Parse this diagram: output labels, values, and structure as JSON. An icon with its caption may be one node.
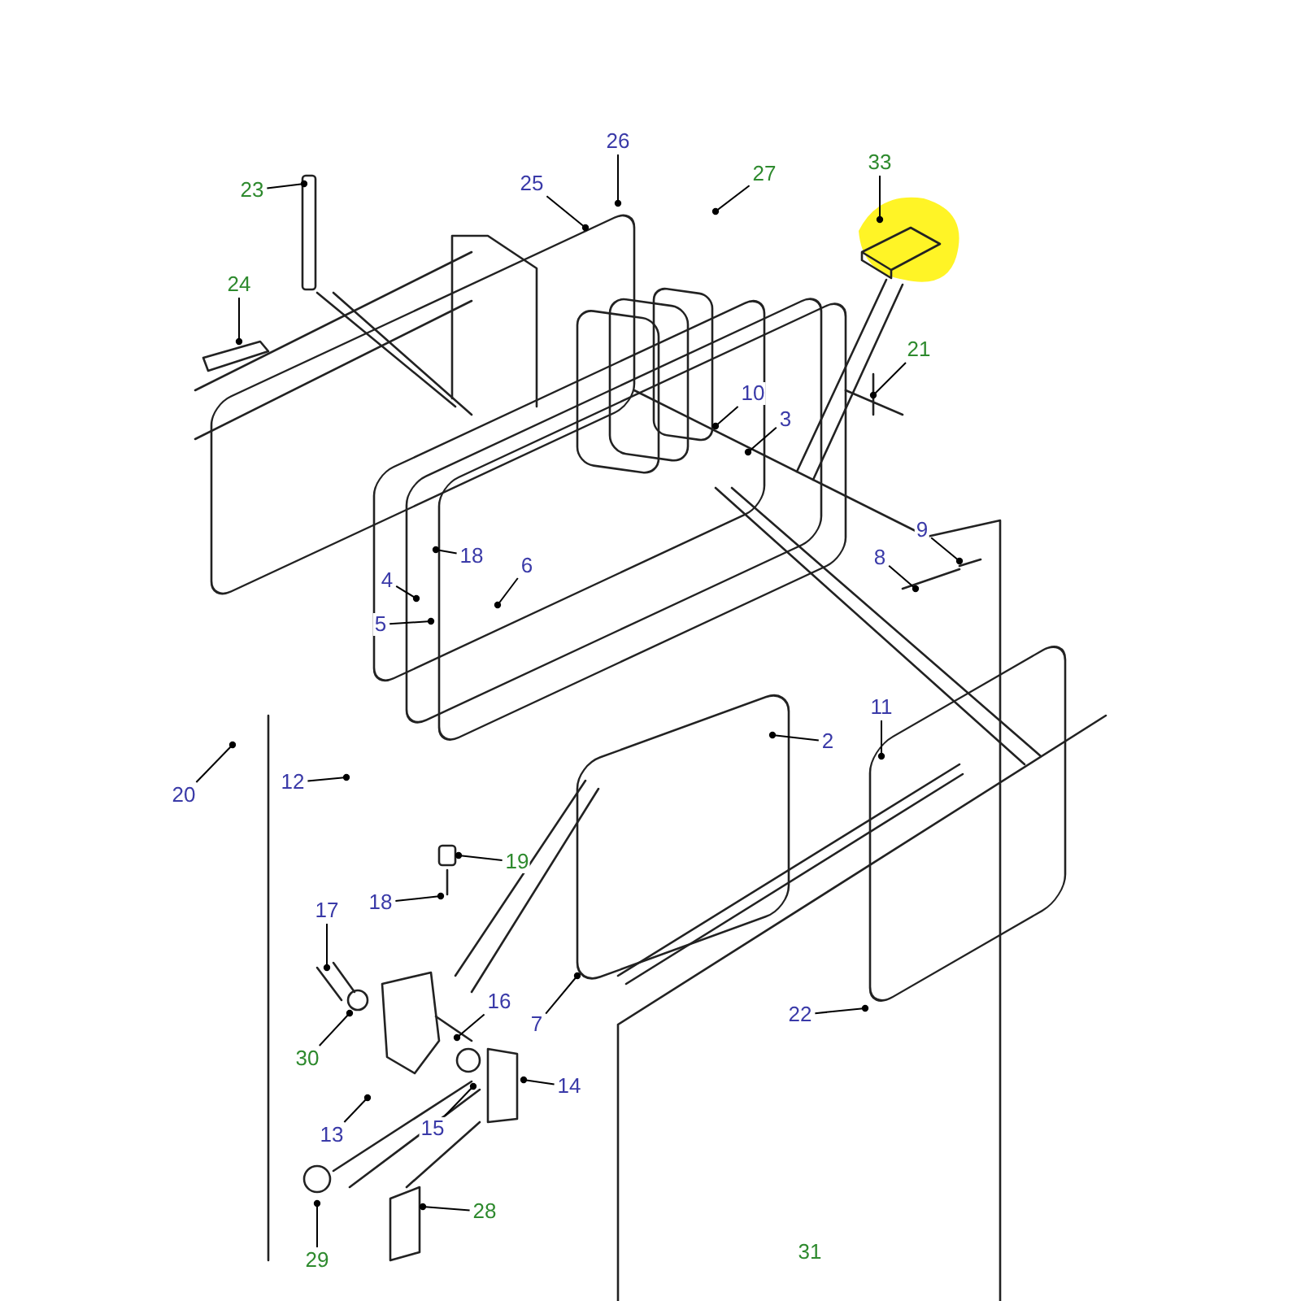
{
  "diagram": {
    "nodes": [
      {
        "text": [
          "23"
        ]
      },
      {
        "text": [
          "24"
        ]
      },
      {
        "text": [
          "25"
        ]
      },
      {
        "text": [
          "26"
        ]
      },
      {
        "text": [
          "27"
        ]
      },
      {
        "text": [
          "33"
        ]
      },
      {
        "text": [
          "21"
        ]
      },
      {
        "text": [
          "10"
        ]
      },
      {
        "text": [
          "3"
        ]
      },
      {
        "text": [
          "9"
        ]
      },
      {
        "text": [
          "8"
        ]
      },
      {
        "text": [
          "18"
        ]
      },
      {
        "text": [
          "6"
        ]
      },
      {
        "text": [
          "4"
        ]
      },
      {
        "text": [
          "5"
        ]
      },
      {
        "text": [
          "20"
        ]
      },
      {
        "text": [
          "12"
        ]
      },
      {
        "text": [
          "2"
        ]
      },
      {
        "text": [
          "11"
        ]
      },
      {
        "text": [
          "19"
        ]
      },
      {
        "text": [
          "18"
        ]
      },
      {
        "text": [
          "17"
        ]
      },
      {
        "text": [
          "16"
        ]
      },
      {
        "text": [
          "30"
        ]
      },
      {
        "text": [
          "13"
        ]
      },
      {
        "text": [
          "15"
        ]
      },
      {
        "text": [
          "14"
        ]
      },
      {
        "text": [
          "22"
        ]
      },
      {
        "text": [
          "7"
        ]
      },
      {
        "text": [
          "28"
        ]
      },
      {
        "text": [
          "29"
        ]
      },
      {
        "text": [
          "31"
        ]
      }
    ],
    "edges": [
      {
        "from": 0,
        "to": null,
        "arrow": "other"
      },
      {
        "from": 1,
        "to": null,
        "arrow": "other"
      },
      {
        "from": 2,
        "to": null,
        "arrow": "other"
      },
      {
        "from": 3,
        "to": null,
        "arrow": "other"
      },
      {
        "from": 4,
        "to": null,
        "arrow": "other"
      },
      {
        "from": 5,
        "to": null,
        "arrow": "other"
      },
      {
        "from": 6,
        "to": null,
        "arrow": "other"
      },
      {
        "from": 7,
        "to": null,
        "arrow": "other"
      },
      {
        "from": 8,
        "to": null,
        "arrow": "other"
      },
      {
        "from": 9,
        "to": null,
        "arrow": "other"
      },
      {
        "from": 10,
        "to": null,
        "arrow": "other"
      },
      {
        "from": 11,
        "to": null,
        "arrow": "other"
      },
      {
        "from": 12,
        "to": null,
        "arrow": "other"
      },
      {
        "from": 13,
        "to": null,
        "arrow": "other"
      },
      {
        "from": 14,
        "to": null,
        "arrow": "other"
      },
      {
        "from": 15,
        "to": null,
        "arrow": "other"
      },
      {
        "from": 16,
        "to": null,
        "arrow": "other"
      },
      {
        "from": 17,
        "to": null,
        "arrow": "other"
      },
      {
        "from": 18,
        "to": null,
        "arrow": "other"
      },
      {
        "from": 19,
        "to": null,
        "arrow": "other"
      },
      {
        "from": 20,
        "to": null,
        "arrow": "other"
      },
      {
        "from": 21,
        "to": null,
        "arrow": "other"
      },
      {
        "from": 22,
        "to": null,
        "arrow": "other"
      },
      {
        "from": 23,
        "to": null,
        "arrow": "other"
      },
      {
        "from": 24,
        "to": null,
        "arrow": "other"
      },
      {
        "from": 25,
        "to": null,
        "arrow": "other"
      },
      {
        "from": 26,
        "to": null,
        "arrow": "other"
      },
      {
        "from": 27,
        "to": null,
        "arrow": "other"
      },
      {
        "from": 28,
        "to": null,
        "arrow": "other"
      },
      {
        "from": 29,
        "to": null,
        "arrow": "other"
      },
      {
        "from": 30,
        "to": null,
        "arrow": "other"
      }
    ]
  }
}
